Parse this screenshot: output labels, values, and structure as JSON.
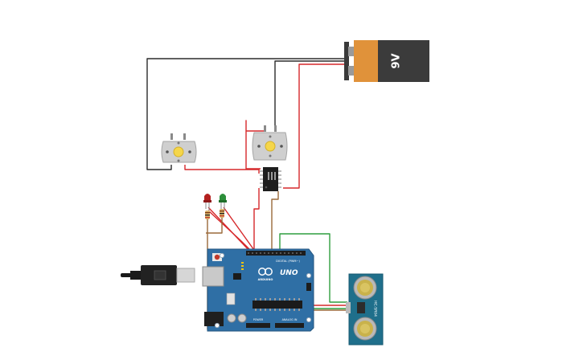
{
  "battery": {
    "label": "9V"
  },
  "arduino": {
    "brand": "ARDUINO",
    "model": "UNO",
    "digital_label": "DIGITAL (PWM~)",
    "power_label": "POWER",
    "analog_label": "ANALOG IN"
  },
  "sensor": {
    "label": "HC-SR04"
  },
  "colors": {
    "wire_black": "#2b2b2b",
    "wire_red": "#d6282b",
    "wire_green": "#2f9e3f",
    "wire_brown": "#9a6a3a",
    "board_blue": "#2f6fa5",
    "battery_orange": "#e0923a",
    "sensor_teal": "#1f6f8b"
  }
}
